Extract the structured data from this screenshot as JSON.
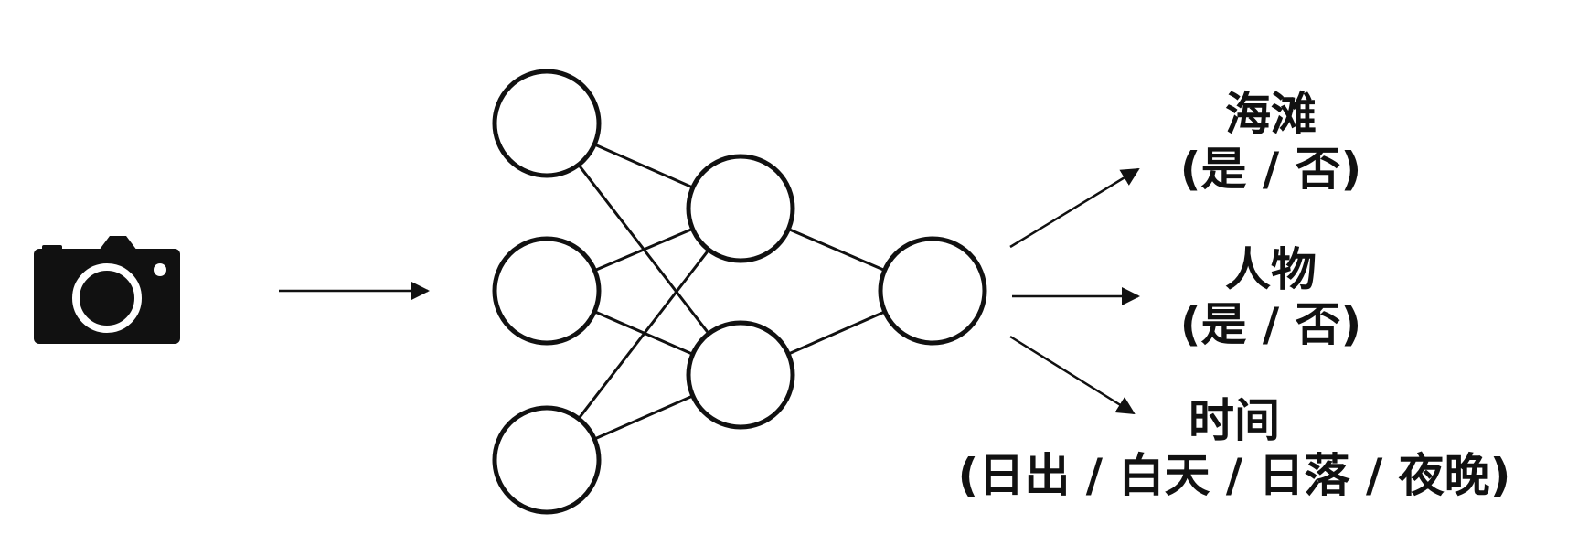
{
  "input": {
    "icon": "camera-icon"
  },
  "network": {
    "layers": [
      3,
      2,
      1
    ],
    "stroke": "#111111"
  },
  "outputs": [
    {
      "title": "海滩",
      "options": "(是 / 否)"
    },
    {
      "title": "人物",
      "options": "(是 / 否)"
    },
    {
      "title": "时间",
      "options": "(日出 / 白天 / 日落 / 夜晚)"
    }
  ]
}
